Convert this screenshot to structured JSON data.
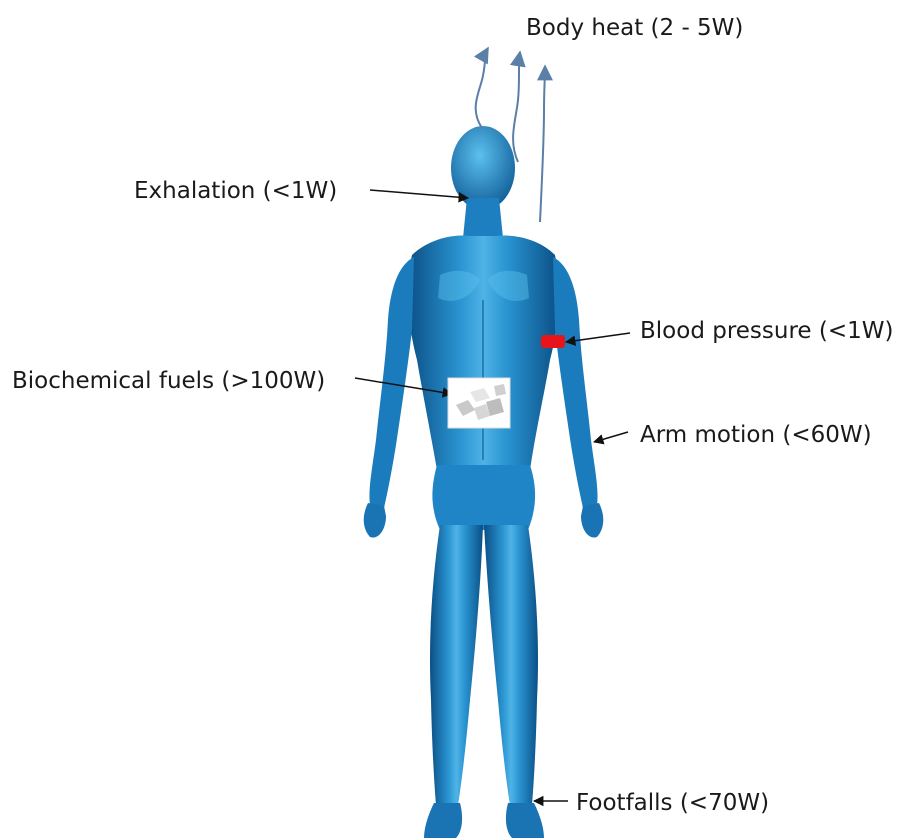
{
  "labels": {
    "body_heat": "Body heat (2 - 5W)",
    "exhalation": "Exhalation (<1W)",
    "blood_pressure": "Blood pressure (<1W)",
    "biochemical_fuels": "Biochemical fuels (>100W)",
    "arm_motion": "Arm motion (<60W)",
    "footfalls": "Footfalls (<70W)"
  },
  "colors": {
    "body_light": "#4fb3e6",
    "body_mid": "#1e88c9",
    "body_dark": "#0b4f86",
    "heat_arrow": "#5b7fa6",
    "pointer_arrow": "#111111",
    "cuff": "#e8141c",
    "sugar_box": "#ffffff"
  },
  "icons": {
    "cuff": "blood-pressure-cuff-icon",
    "sugar": "sugar-cubes-icon"
  }
}
